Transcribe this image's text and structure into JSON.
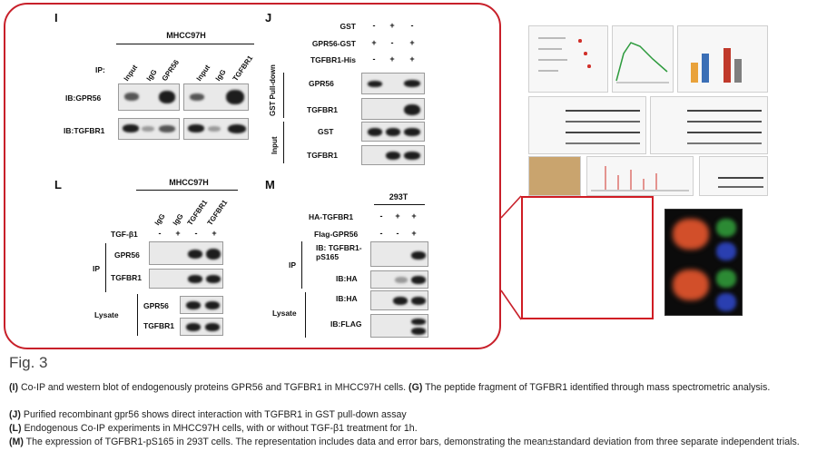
{
  "figure": {
    "title": "Fig. 3",
    "captions": [
      {
        "tag": "(I)",
        "text": " Co-IP and western blot of endogenously proteins GPR56 and TGFBR1 in MHCC97H cells. ",
        "tag2": "(G)",
        "text2": " The peptide fragment of TGFBR1 identified through mass spectrometric analysis."
      },
      {
        "tag": "(J)",
        "text": " Purified recombinant gpr56 shows direct interaction with TGFBR1 in GST pull-down assay"
      },
      {
        "tag": "(L)",
        "text": " Endogenous Co-IP experiments in MHCC97H cells, with or without TGF-β1 treatment for 1h."
      },
      {
        "tag": "(M)",
        "text": " The expression of TGFBR1-pS165 in 293T cells. The representation includes data and error bars, demonstrating the mean±standard deviation from three separate independent trials."
      }
    ]
  },
  "panel_i": {
    "letter": "I",
    "cell_line": "MHCC97H",
    "ip_label": "IP:",
    "lanes": [
      "Input",
      "IgG",
      "GPR56",
      "Input",
      "IgG",
      "TGFBR1"
    ],
    "rows": [
      "IB:GPR56",
      "IB:TGFBR1"
    ]
  },
  "panel_j": {
    "letter": "J",
    "conditions": [
      {
        "label": "GST",
        "signs": [
          "-",
          "+",
          "-"
        ]
      },
      {
        "label": "GPR56-GST",
        "signs": [
          "+",
          "-",
          "+"
        ]
      },
      {
        "label": "TGFBR1-His",
        "signs": [
          "-",
          "+",
          "+"
        ]
      }
    ],
    "groups": [
      {
        "label": "GST Pull-down",
        "rows": [
          "GPR56",
          "TGFBR1"
        ]
      },
      {
        "label": "Input",
        "rows": [
          "GST",
          "TGFBR1"
        ]
      }
    ]
  },
  "panel_l": {
    "letter": "L",
    "cell_line": "MHCC97H",
    "lanes": [
      "IgG",
      "IgG",
      "TGFBR1",
      "TGFBR1"
    ],
    "treatment": {
      "label": "TGF-β1",
      "signs": [
        "-",
        "+",
        "-",
        "+"
      ]
    },
    "groups": [
      {
        "label": "IP",
        "rows": [
          "GPR56",
          "TGFBR1"
        ]
      },
      {
        "label": "Lysate",
        "rows": [
          "GPR56",
          "TGFBR1"
        ]
      }
    ]
  },
  "panel_m": {
    "letter": "M",
    "cell_line": "293T",
    "conditions": [
      {
        "label": "HA-TGFBR1",
        "signs": [
          "-",
          "+",
          "+"
        ]
      },
      {
        "label": "Flag-GPR56",
        "signs": [
          "-",
          "-",
          "+"
        ]
      }
    ],
    "groups": [
      {
        "label": "IP",
        "rows": [
          "IB: TGFBR1-pS165",
          "IB:HA"
        ]
      },
      {
        "label": "Lysate",
        "rows": [
          "IB:HA",
          "IB:FLAG"
        ]
      }
    ]
  },
  "colors": {
    "callout_border": "#c8202a",
    "thumbnail_box": "#d01c24"
  }
}
